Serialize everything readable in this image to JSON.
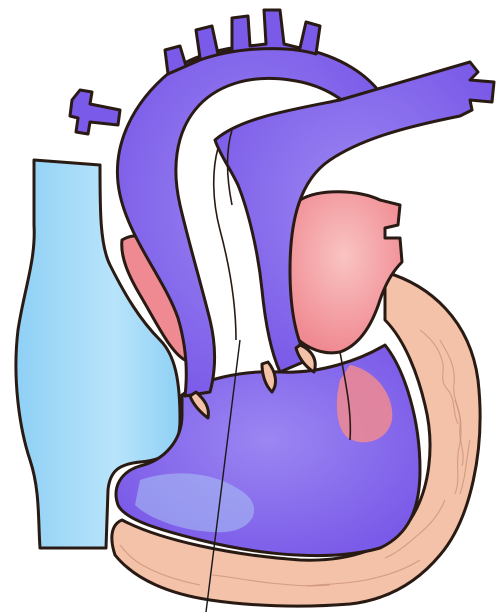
{
  "diagram": {
    "subject": "heart-cross-section",
    "colors": {
      "deoxygenated_blood": "#7a5ae8",
      "deoxygenated_highlight": "#9b86f2",
      "vena_cava": "#8fd0f5",
      "vena_cava_highlight": "#b8e4fb",
      "oxygenated_blood": "#f08a92",
      "oxygenated_highlight": "#f9c4c2",
      "heart_wall": "#f3c2a8",
      "outline": "#2a1a14",
      "background": "#ffffff"
    },
    "regions": [
      {
        "name": "aortic-arch"
      },
      {
        "name": "pulmonary-artery"
      },
      {
        "name": "superior-vena-cava"
      },
      {
        "name": "left-atrium"
      },
      {
        "name": "right-ventricle"
      },
      {
        "name": "left-ventricle"
      },
      {
        "name": "heart-wall"
      }
    ],
    "pointer_lines": 1
  }
}
